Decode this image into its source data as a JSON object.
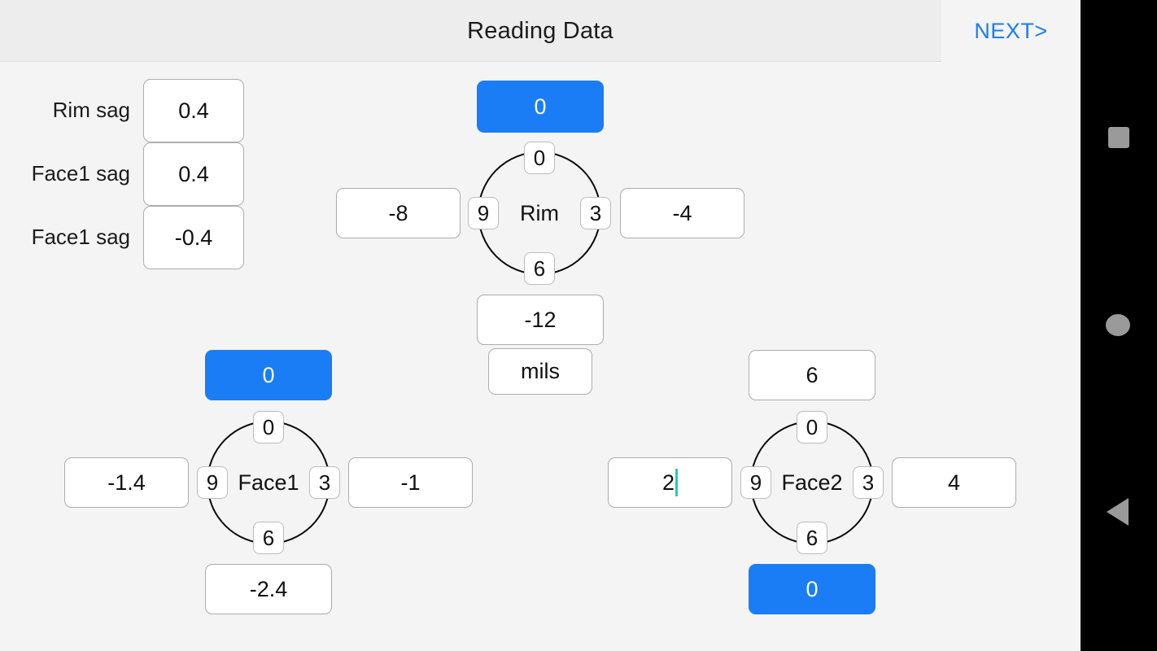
{
  "header": {
    "title": "Reading Data",
    "next_label": "NEXT>",
    "accent_color": "#1a7df5"
  },
  "sidebar": {
    "rows": [
      {
        "label": "Rim sag",
        "value": "0.4"
      },
      {
        "label": "Face1 sag",
        "value": "0.4"
      },
      {
        "label": "Face1 sag",
        "value": "-0.4"
      }
    ]
  },
  "units": {
    "value": "mils"
  },
  "dials": [
    {
      "name": "Rim",
      "clock_positions": [
        "0",
        "3",
        "6",
        "9"
      ],
      "top": {
        "value": "0",
        "highlighted": true,
        "focused": false
      },
      "right": {
        "value": "-4",
        "highlighted": false,
        "focused": false
      },
      "bottom": {
        "value": "-12",
        "highlighted": false,
        "focused": false
      },
      "left": {
        "value": "-8",
        "highlighted": false,
        "focused": false
      }
    },
    {
      "name": "Face1",
      "clock_positions": [
        "0",
        "3",
        "6",
        "9"
      ],
      "top": {
        "value": "0",
        "highlighted": true,
        "focused": false
      },
      "right": {
        "value": "-1",
        "highlighted": false,
        "focused": false
      },
      "bottom": {
        "value": "-2.4",
        "highlighted": false,
        "focused": false
      },
      "left": {
        "value": "-1.4",
        "highlighted": false,
        "focused": false
      }
    },
    {
      "name": "Face2",
      "clock_positions": [
        "0",
        "3",
        "6",
        "9"
      ],
      "top": {
        "value": "6",
        "highlighted": false,
        "focused": false
      },
      "right": {
        "value": "4",
        "highlighted": false,
        "focused": false
      },
      "bottom": {
        "value": "0",
        "highlighted": true,
        "focused": false
      },
      "left": {
        "value": "2",
        "highlighted": false,
        "focused": true
      }
    }
  ],
  "navbar": {
    "recents_label": "recents",
    "home_label": "home",
    "back_label": "back"
  }
}
